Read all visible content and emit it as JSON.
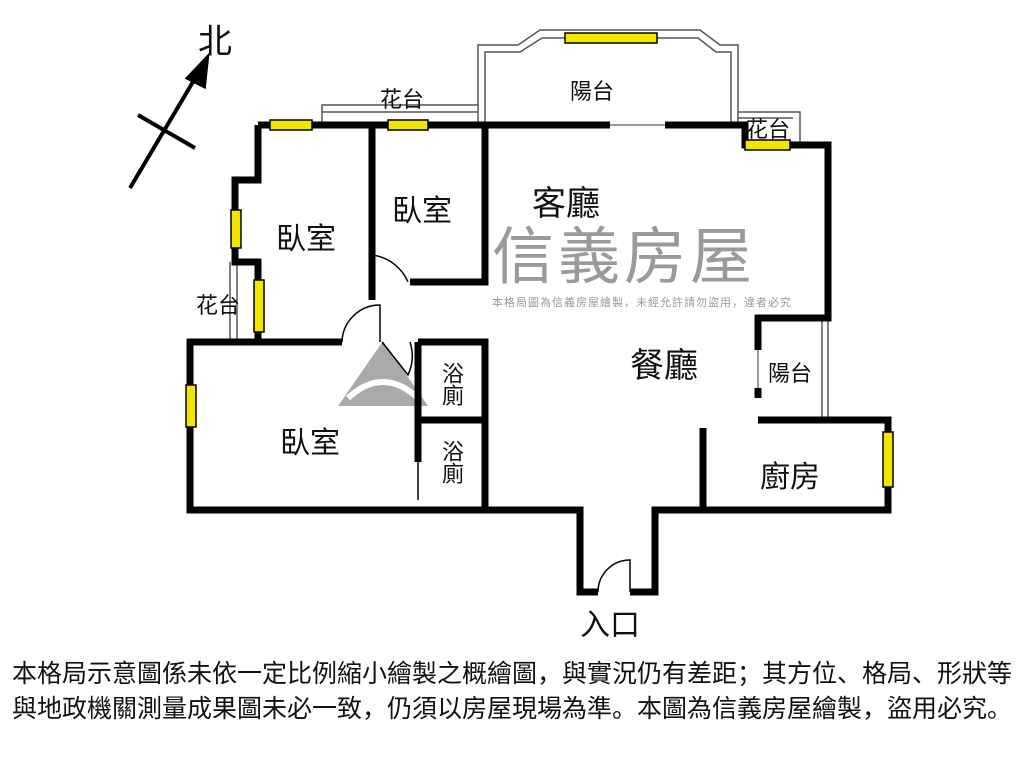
{
  "compass": {
    "north_label": "北"
  },
  "rooms": {
    "balcony_top": "陽台",
    "planter_top_left": "花台",
    "planter_top_right": "花台",
    "planter_left": "花台",
    "bedroom_1": "臥室",
    "bedroom_2": "臥室",
    "bedroom_3": "臥室",
    "living_room": "客廳",
    "dining_room": "餐廳",
    "balcony_right": "陽台",
    "bathroom_1": "浴廁",
    "bathroom_2": "浴廁",
    "kitchen": "廚房",
    "entrance": "入口"
  },
  "watermark": {
    "brand": "信義房屋",
    "notice": "本格局圖為信義房屋繪製，未經允許請勿盜用，違者必究"
  },
  "disclaimer": "本格局示意圖係未依一定比例縮小繪製之概繪圖，與實況仍有差距；其方位、格局、形狀等與地政機關測量成果圖未必一致，仍須以房屋現場為準。本圖為信義房屋繪製，盜用必究。",
  "colors": {
    "wall": "#000000",
    "window": "#f2e600",
    "watermark": "#9a9a9a"
  }
}
